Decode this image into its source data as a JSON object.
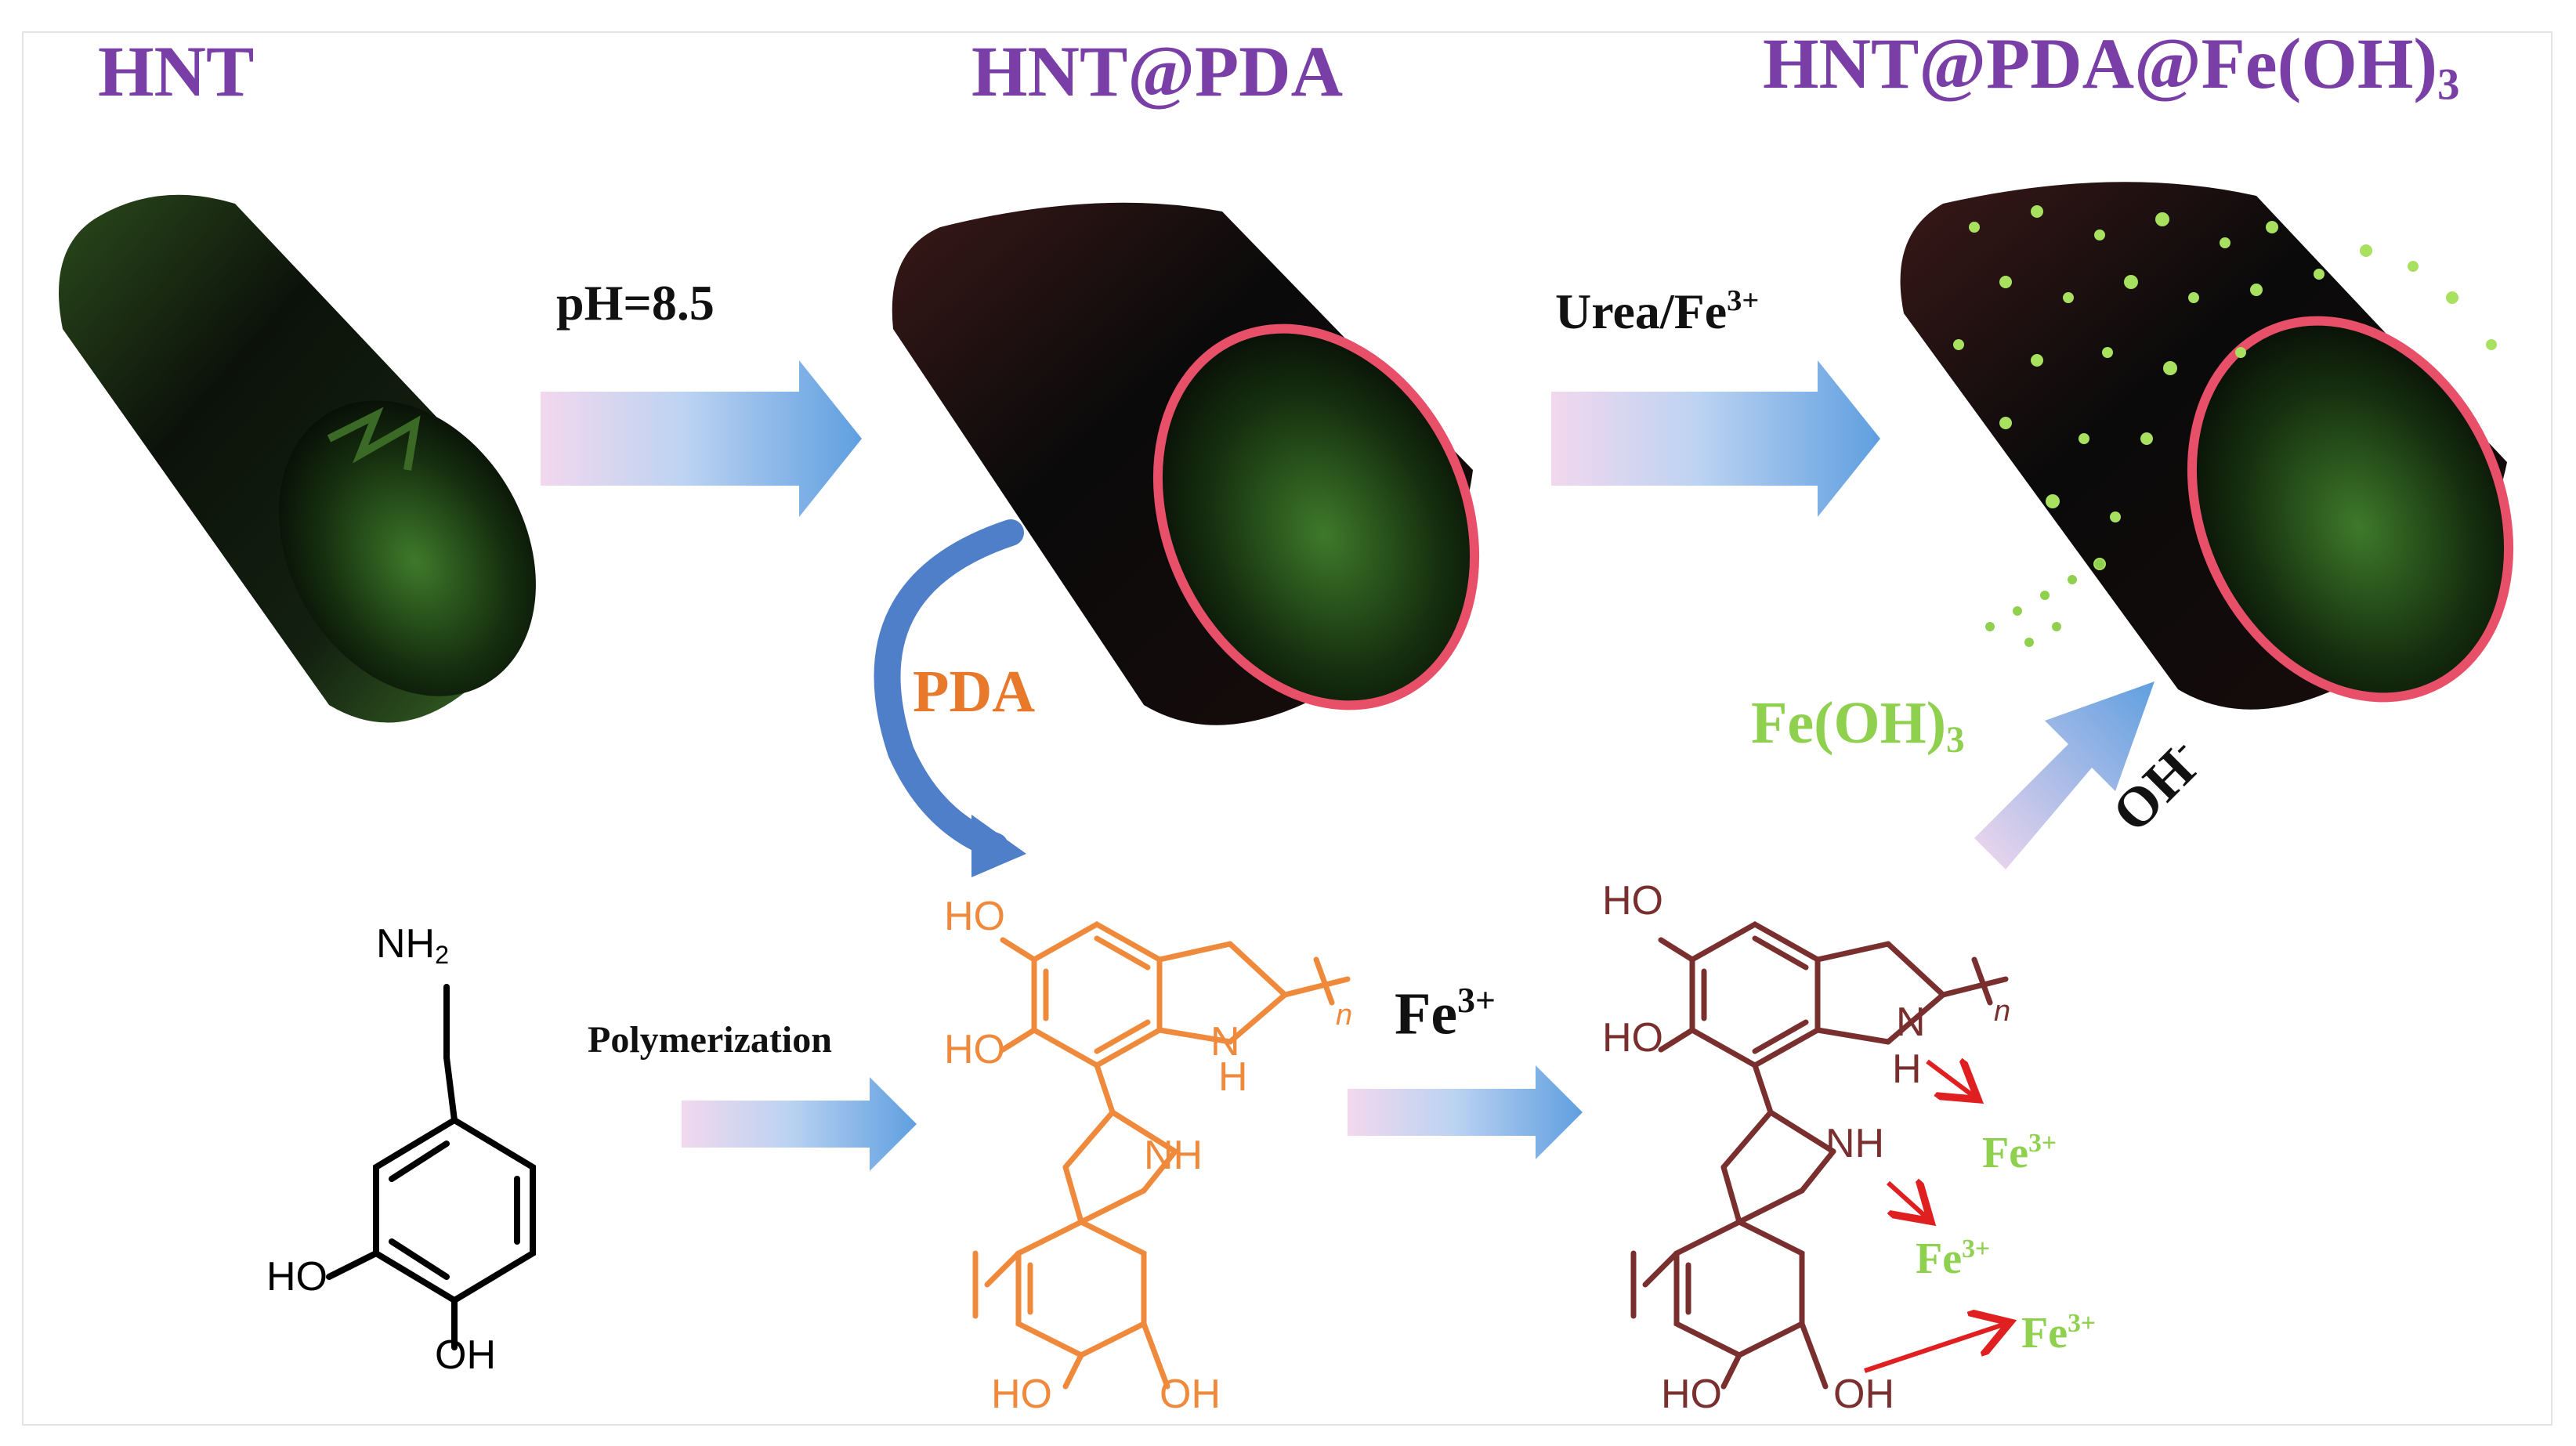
{
  "titles": {
    "hnt": "HNT",
    "hnt_pda": "HNT@PDA",
    "hnt_pda_fe_main": "HNT@PDA@Fe(OH)",
    "hnt_pda_fe_sub": "3"
  },
  "steps": {
    "ph": "pH=8.5",
    "urea_main": "Urea/Fe",
    "urea_sup": "3+",
    "pda": "PDA",
    "fe_oh3_main": "Fe(OH)",
    "fe_oh3_sub": "3",
    "oh": "OH",
    "oh_sup": "-",
    "polymerization": "Polymerization",
    "fe3_main": "Fe",
    "fe3_sup": "3+"
  },
  "dopamine": {
    "nh2_main": "NH",
    "nh2_sub": "2",
    "ho": "HO",
    "oh": "OH"
  },
  "pda_structure": {
    "ho_top": "HO",
    "ho_mid": "HO",
    "nh_upper_n": "N",
    "nh_upper_h": "H",
    "nh_lower": "NH",
    "ho_bottom": "HO",
    "oh_bottom": "OH",
    "n_repeat": "n"
  },
  "fe_structure": {
    "ho_top": "HO",
    "ho_mid": "HO",
    "nh_upper_n": "N",
    "nh_upper_h": "H",
    "nh_lower": "NH",
    "ho_bottom": "HO",
    "oh_bottom": "OH",
    "n_repeat": "n",
    "fe_labels": [
      {
        "main": "Fe",
        "sup": "3+"
      },
      {
        "main": "Fe",
        "sup": "3+"
      },
      {
        "main": "Fe",
        "sup": "3+"
      }
    ]
  },
  "colors": {
    "title_purple": "#7a3fa6",
    "pda_orange": "#ef8a3c",
    "pda_label_orange": "#e8782a",
    "fe_brown": "#7a2f2f",
    "fe_green": "#8fd14f",
    "arrow_blue": "#6ea6de",
    "tube_rim": "#e8506a",
    "tube_green": "#2f5a1e"
  },
  "icons": {
    "tube_hnt": "halloysite-nanotube-icon",
    "tube_pda": "pda-coated-nanotube-icon",
    "tube_fe": "iron-hydroxide-coated-nanotube-icon"
  }
}
